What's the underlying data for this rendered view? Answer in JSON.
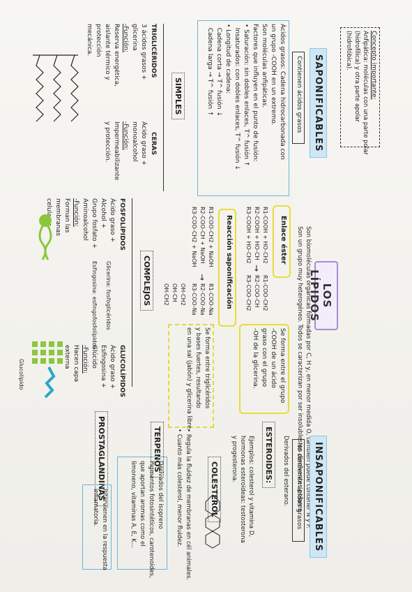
{
  "title": "LOS LÍPIDOS",
  "concept": {
    "label": "Concepto importante:",
    "lines": [
      "Anfipática: moléculas con una parte polar",
      "(hidrofílica) y otra parte apolar",
      "(hidrofóbica)."
    ]
  },
  "intro": [
    "Son biomoléculas orgánicas formadas por C, H y, en menor medida O, también puede contener N y P.",
    "Son un grupo muy heterogéneo. Todos se caracterizan por ser insolubles en disolventes polares."
  ],
  "saponificables": {
    "heading": "SAPONIFICABLES",
    "sub": "Contienen ácidos grasos",
    "acidos": [
      "Ácidos grasos: Cadena hidrocarbonada con",
      "un grupo -COOH en un extremo.",
      "Son moléculas anfipáticas.",
      "Factores que influyen en el punto de fusión:",
      "• Saturación: sin dobles enlaces, T^ fusión ↑",
      "  Insaturados: con dobles enlaces, T^ fusión ↓",
      "• Longitud de cadena:",
      "  Cadena corta → T^ fusión ↓",
      "  Cadena larga → T^ fusión ↑"
    ],
    "ester_head": "Enlace éster",
    "ester_left": [
      "R1-COOH + HO-CH2",
      "R2-COOH + HO-CH",
      "R3-COOH + HO-CH2"
    ],
    "ester_right": [
      "R1-COO-CH2",
      "R2-COO-CH",
      "R3-COO-CH2"
    ],
    "ester_note": [
      "Se forma entre el grupo",
      "-COOH de un ácido",
      "graso con el grupo",
      "-OH de la glicerina."
    ],
    "sapon_head": "Reacción saponificación",
    "sapon_left": [
      "R1-COO-CH2 + NaOH",
      "R2-COO-CH + NaOH",
      "R3-COO-CH2 + NaOH"
    ],
    "sapon_right": [
      "R1-COO-Na",
      "R2-COO-Na",
      "R3-COO-Na"
    ],
    "sapon_glic": [
      "OH-CH2",
      "OH-CH",
      "OH-CH2"
    ],
    "sapon_note": [
      "Se forma entre triglicéridos",
      "y bases fuertes, resultando",
      "en una sal (jabón) y glicerina libre."
    ],
    "simples": {
      "heading": "SIMPLES",
      "trig": {
        "name": "TRIGLICÉRIDOS",
        "lines": [
          "3 ácidos grasos +",
          "glicerina",
          "-Función:",
          "Reserva energética,",
          "aislante térmico y",
          "protección",
          "mecánica."
        ]
      },
      "ceras": {
        "name": "CERAS",
        "lines": [
          "Ácido graso +",
          "monoalcohol",
          "-Función:",
          "Impermeabilizante",
          "y protección."
        ]
      }
    },
    "complejos": {
      "heading": "COMPLEJOS",
      "fosfo": {
        "name": "FOSFOLÍPIDOS",
        "lines": [
          "Ácido graso +",
          "Alcohol +",
          "Grupo fosfato +",
          "Aminoalcohol",
          "-Función:",
          "Forman las",
          "membranas",
          "celulares."
        ]
      },
      "mid": [
        "Glicerina: fosfoglicéridos",
        "Esfingosina: esfingofosfolípidos"
      ],
      "gluco": {
        "name": "GLUCOLÍPIDOS",
        "lines": [
          "Ácido graso +",
          "Esfingosina +",
          "Glúcido",
          "-Función:",
          "Hacen capa",
          "externa"
        ]
      },
      "gluco_label": "Glucolípido"
    }
  },
  "insaponificables": {
    "heading": "INSAPONIFICABLES",
    "sub": "No contienen ácidos grasos",
    "esteroides": {
      "name": "ESTEROIDES:",
      "lines": [
        "Derivados del esterano.",
        "Ejemplos: colesterol y vitamina D,",
        "hormonas esteroideas: testosterona",
        "y progesterona."
      ]
    },
    "colesterol": {
      "name": "COLESTEROL",
      "lines": [
        "• Regula la fluidez de membranas en cél animales.",
        "• Cuanto más colesterol, menor fluidez."
      ]
    },
    "terpenos": {
      "name": "TERPENOS",
      "lines": [
        "Derivados del isopreno",
        "Pigmentos fotosintéticos, carotenoides,",
        "que aportan aromas como el",
        "limoneno, vitaminas A, E, K..."
      ]
    },
    "prostag": {
      "name": "PROSTAGLANDINAS",
      "lines": [
        "Intervienen en la respuesta",
        "inflamatoria."
      ]
    }
  },
  "colors": {
    "accent_purple": "#a98bd3",
    "head_blue": "#cfe7f5",
    "yellow": "#e8dc3a",
    "green": "#8cc63f",
    "teal": "#2aa6c9"
  }
}
